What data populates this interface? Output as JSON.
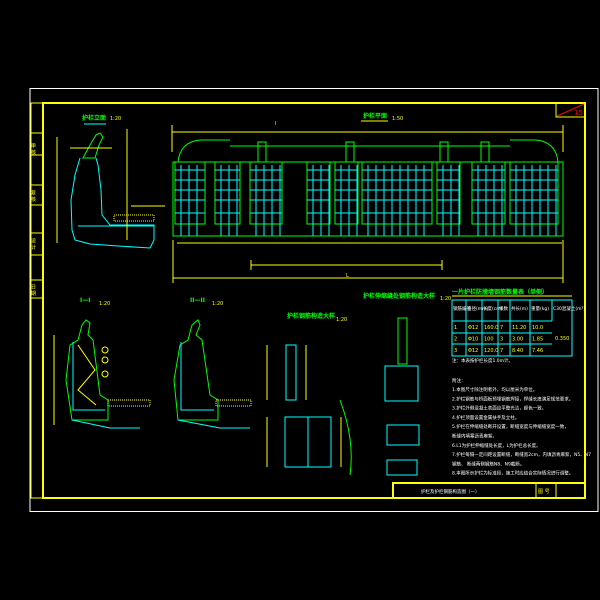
{
  "sheet": {
    "number": "15",
    "title": "护栏及护栏钢筋构造图（一）",
    "drawing_no_label": "图 号"
  },
  "side_strip": [
    "审 核",
    "复 核",
    "设 计",
    "日 期"
  ],
  "views": {
    "elevation": {
      "title": "护栏立面",
      "scale": "1:20"
    },
    "plan": {
      "title": "护栏平面",
      "scale": "1:50",
      "section_mark": "I",
      "dim_total": "L"
    },
    "section_1": {
      "title": "I—I",
      "scale": "1:20"
    },
    "section_2": {
      "title": "II—II",
      "scale": "1:20"
    },
    "detail_rebar": {
      "title": "护栏钢筋构造大样",
      "scale": "1:20"
    },
    "detail_joint": {
      "title": "护栏伸缩缝处钢筋构造大样",
      "scale": "1:20"
    }
  },
  "rebar_table": {
    "title": "一片护栏防撞墙钢筋数量表（单侧）",
    "headers": [
      "钢筋编号",
      "直径(mm)",
      "长度(cm)",
      "根数",
      "共长(m)",
      "重量(kg)",
      "C30混凝土(m³)"
    ],
    "rows": [
      [
        "1",
        "Φ12",
        "160.0",
        "7",
        "11.20",
        "10.0"
      ],
      [
        "2",
        "Φ10",
        "100",
        "3",
        "3.00",
        "1.85"
      ],
      [
        "3",
        "Φ12",
        "120.0",
        "7",
        "8.40",
        "7.46"
      ]
    ],
    "concrete": "0.350",
    "note": "注：本表按护栏长度1.0m计。"
  },
  "notes": {
    "heading": "附注：",
    "items": [
      "1.本图尺寸除注明者外，均以厘米为单位。",
      "2.护栏钢筋与桥面板预埋钢筋焊接，焊缝长度满足规范要求。",
      "3.护栏外侧混凝土表面应平整光洁，颜色一致。",
      "4.护栏顶面设置金属扶手及立柱。",
      "5.护栏在伸缩缝处断开设置，断缝宽度与伸缩缝宽度一致，",
      "  断缝内填塞沥青麻絮。",
      "6.L1为护栏伸缩缝处长度，L为护栏总长度。",
      "7.护栏每隔一定间距设置断缝，断缝宽2cm，内填沥青麻絮，N5、N7",
      "  钢筋、   断缝两侧钢筋N8、N9截断。",
      "8.本图所示护栏为标准段，施工时应结合实际情况进行调整。"
    ]
  }
}
